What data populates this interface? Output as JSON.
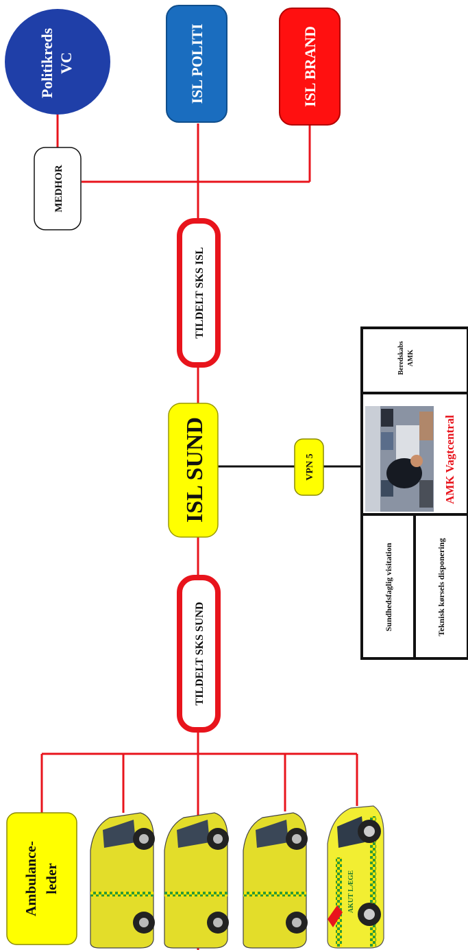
{
  "colors": {
    "line_red": "#e8141c",
    "line_black": "#111111",
    "yellow": "#ffff00",
    "blue_dark": "#1f3fa8",
    "blue_mid": "#1a6dbf",
    "red": "#ff1010",
    "white": "#ffffff"
  },
  "nodes": {
    "politikreds": {
      "line1": "Politikreds",
      "line2": "VC"
    },
    "isl_politi": "ISL POLITI",
    "isl_brand": "ISL BRAND",
    "medhor": "MEDHOR",
    "tildelt_isl": "TILDELT SKS ISL",
    "isl_sund": "ISL SUND",
    "tildelt_sund": "TILDELT SKS SUND",
    "vpn": "VPN 5",
    "ambulance_leder": {
      "line1": "Ambulance-",
      "line2": "leder"
    }
  },
  "amk_panel": {
    "beredskab": {
      "line1": "Beredskabs",
      "line2": "AMK"
    },
    "vagtcentral": "AMK Vagtcentral",
    "sundhedsfaglig": "Sundhedsfaglig  visitation",
    "teknisk": "Teknisk kørsels disponering"
  },
  "vehicles": {
    "akut_label": "AKUT LÆGE"
  }
}
